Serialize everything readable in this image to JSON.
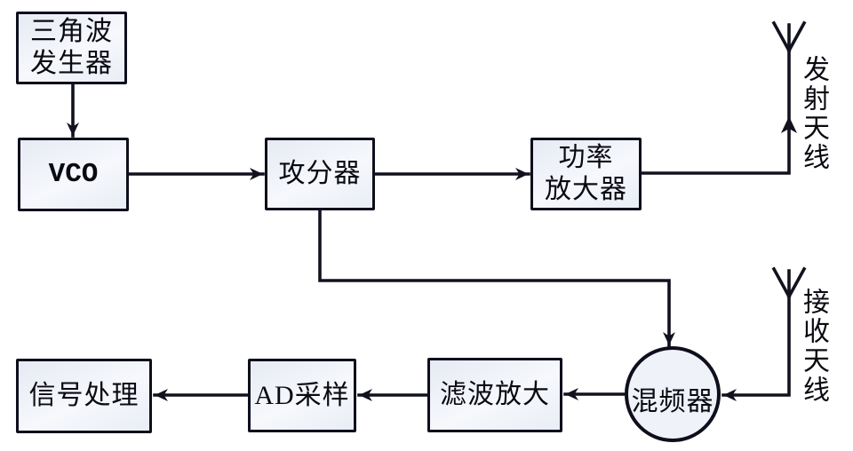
{
  "diagram": {
    "type": "block-diagram",
    "subject": "FMCW radar ranging system signal chain",
    "blocks": {
      "triangle_generator": {
        "lines": [
          "三角波",
          "发生器"
        ]
      },
      "vco": {
        "label": "VCO"
      },
      "power_divider": {
        "label": "攻分器"
      },
      "power_amplifier": {
        "lines": [
          "功率",
          "放大器"
        ]
      },
      "mixer": {
        "label": "混频器",
        "shape": "circle"
      },
      "filter_amplifier": {
        "label": "滤波放大"
      },
      "ad_sampling": {
        "label": "AD采样"
      },
      "signal_processing": {
        "label": "信号处理"
      }
    },
    "antennas": {
      "transmit": {
        "label": "发射天线"
      },
      "receive": {
        "label": "接收天线"
      }
    },
    "flow": [
      {
        "from": "三角波发生器",
        "to": "VCO"
      },
      {
        "from": "VCO",
        "to": "攻分器"
      },
      {
        "from": "攻分器",
        "to": "功率放大器"
      },
      {
        "from": "功率放大器",
        "to": "发射天线"
      },
      {
        "from": "攻分器",
        "to": "混频器"
      },
      {
        "from": "接收天线",
        "to": "混频器"
      },
      {
        "from": "混频器",
        "to": "滤波放大"
      },
      {
        "from": "滤波放大",
        "to": "AD采样"
      },
      {
        "from": "AD采样",
        "to": "信号处理"
      }
    ],
    "colors": {
      "background": "#ffffff",
      "box_fill": "#edf1f8",
      "box_border": "#0e0e1c",
      "line": "#12121f",
      "text": "#0a0a12"
    }
  }
}
